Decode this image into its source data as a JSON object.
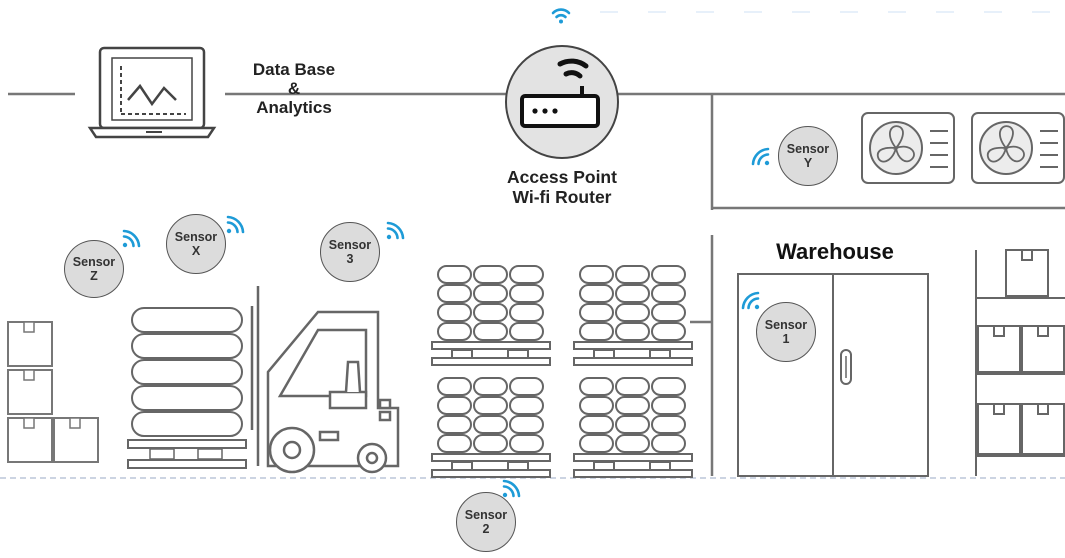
{
  "labels": {
    "database": "Data Base\n&\nAnalytics",
    "access_point": "Access Point\nWi-fi Router",
    "warehouse": "Warehouse"
  },
  "sensors": {
    "z": "Sensor\nZ",
    "x": "Sensor\nX",
    "s3": "Sensor\n3",
    "y": "Sensor\nY",
    "s1": "Sensor\n1",
    "s2": "Sensor\n2"
  },
  "colors": {
    "wifi": "#1e9bd7",
    "line": "#555555",
    "sensor_fill": "#dcdcdc"
  },
  "icons": [
    "laptop-analytics-icon",
    "wifi-router-icon",
    "forklift-icon",
    "pallet-stack-icon",
    "air-conditioner-icon",
    "warehouse-door-icon",
    "box-icon",
    "shelf-icon"
  ]
}
